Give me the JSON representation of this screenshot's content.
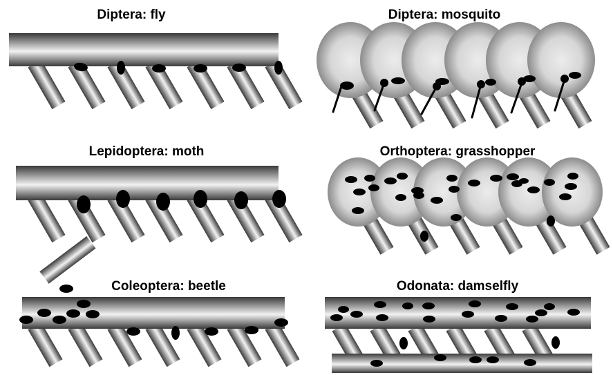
{
  "panels": {
    "fly": {
      "title": "Diptera: fly"
    },
    "mosquito": {
      "title": "Diptera: mosquito"
    },
    "moth": {
      "title": "Lepidoptera: moth"
    },
    "grasshopper": {
      "title": "Orthoptera:  grasshopper"
    },
    "beetle": {
      "title": "Coleoptera:  beetle"
    },
    "damselfly": {
      "title": "Odonata:  damselfly"
    }
  },
  "colors": {
    "background": "#ffffff",
    "ink": "#000000",
    "cylinder_dark": "#3a3a3a",
    "cylinder_light": "#f2f2f2",
    "sphere_center": "#ececec",
    "sphere_edge": "#8c8c8c"
  }
}
